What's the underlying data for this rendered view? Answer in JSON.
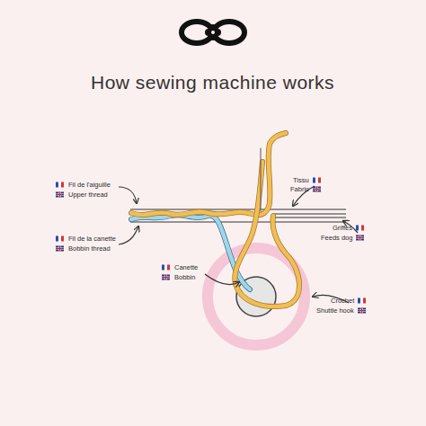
{
  "diagram": {
    "title": "How sewing machine works",
    "labels": [
      "Tissu",
      "Fabric",
      "Fil de l'aiguille",
      "Upper thread",
      "Griffes",
      "Feeds dog",
      "Fil de la canette",
      "Bobbin thread",
      "Canette",
      "Bobbin",
      "Crochet",
      "Shuttle hook"
    ]
  }
}
